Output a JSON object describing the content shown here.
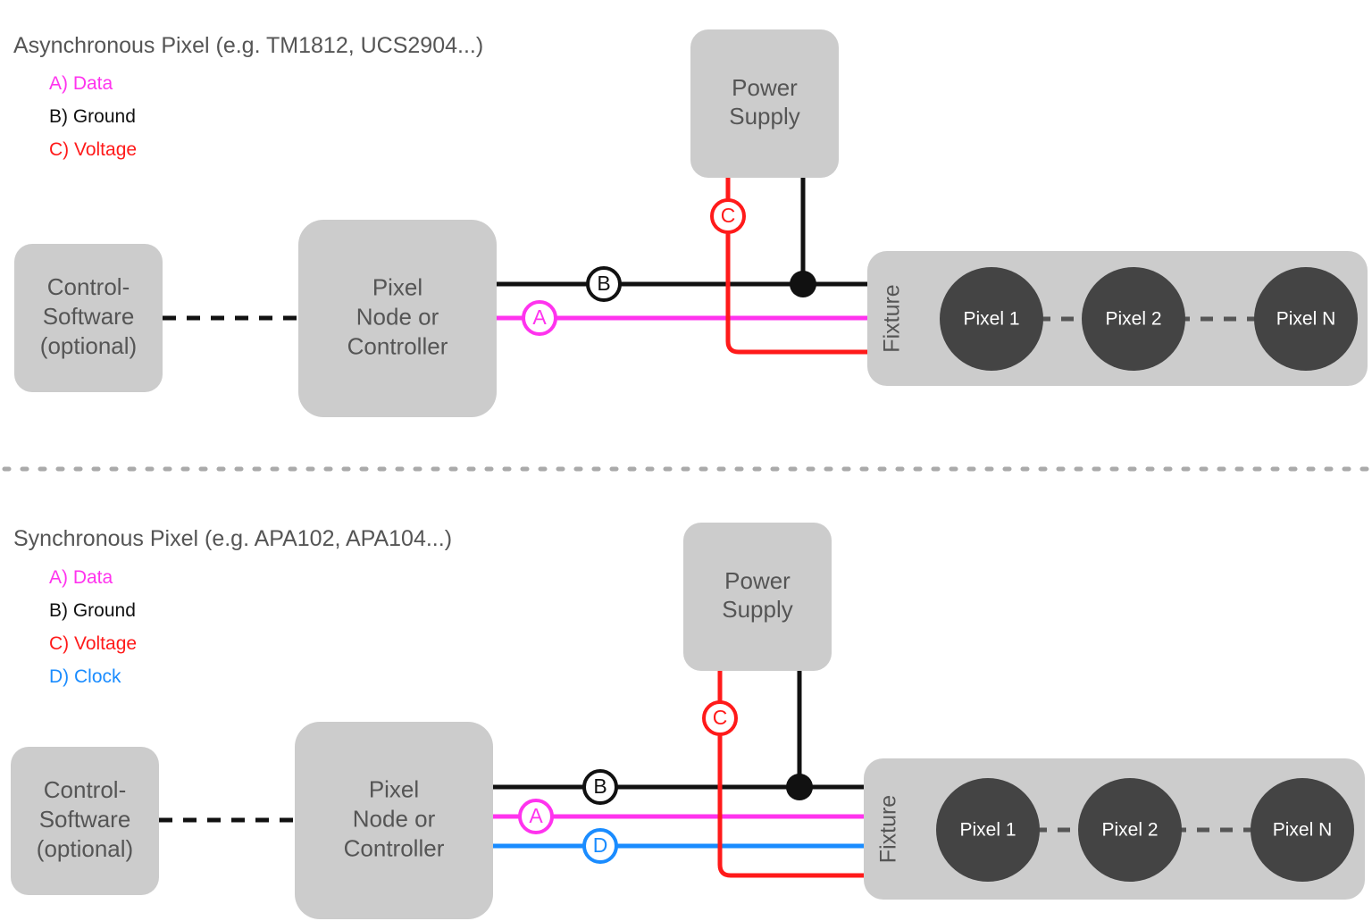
{
  "colors": {
    "data": "#ff33ee",
    "ground": "#111111",
    "voltage": "#ff1a1a",
    "clock": "#1a8cff",
    "box": "#cccccc",
    "box_text": "#555555",
    "pixel_fill": "#444444",
    "pixel_text": "#ffffff"
  },
  "async": {
    "title": "Asynchronous Pixel (e.g. TM1812, UCS2904...)",
    "legend": [
      "A) Data",
      "B) Ground",
      "C) Voltage"
    ],
    "software": [
      "Control-",
      "Software",
      "(optional)"
    ],
    "controller": [
      "Pixel",
      "Node or",
      "Controller"
    ],
    "power": [
      "Power",
      "Supply"
    ],
    "fixture": "Fixture",
    "pixels": [
      "Pixel 1",
      "Pixel 2",
      "Pixel N"
    ],
    "wire_labels": {
      "a": "A",
      "b": "B",
      "c": "C"
    }
  },
  "sync": {
    "title": "Synchronous Pixel (e.g. APA102, APA104...)",
    "legend": [
      "A) Data",
      "B) Ground",
      "C) Voltage",
      "D) Clock"
    ],
    "software": [
      "Control-",
      "Software",
      "(optional)"
    ],
    "controller": [
      "Pixel",
      "Node or",
      "Controller"
    ],
    "power": [
      "Power",
      "Supply"
    ],
    "fixture": "Fixture",
    "pixels": [
      "Pixel 1",
      "Pixel 2",
      "Pixel N"
    ],
    "wire_labels": {
      "a": "A",
      "b": "B",
      "c": "C",
      "d": "D"
    }
  }
}
